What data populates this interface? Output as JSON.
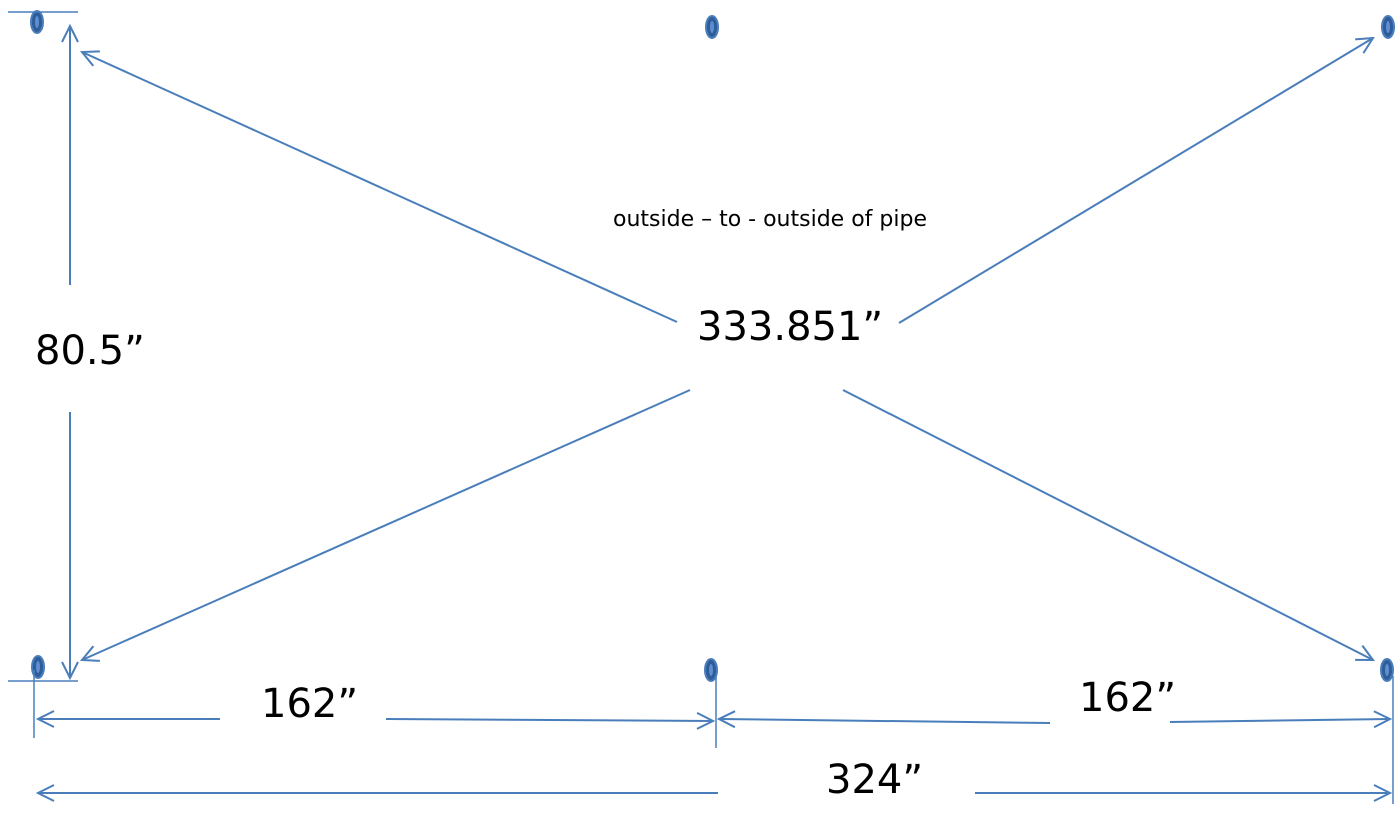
{
  "colors": {
    "line": "#4a7ebb",
    "post": "#2e5d9a",
    "text": "#000000"
  },
  "note": "outside – to - outside of pipe",
  "diagonal": "333.851”",
  "height": "80.5”",
  "left_span": "162”",
  "right_span": "162”",
  "total_span": "324”"
}
